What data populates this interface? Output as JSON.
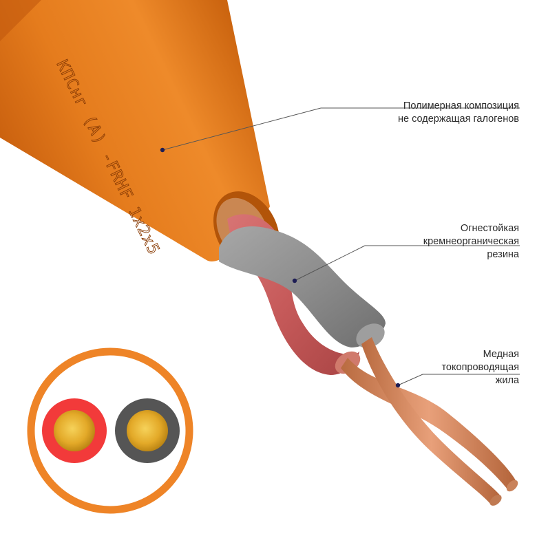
{
  "cable": {
    "marking": "КПСнг (А) -FRHF 1x2x5"
  },
  "labels": {
    "jacket": {
      "line1": "Полимерная композиция",
      "line2": "не содержащая галогенов"
    },
    "insulation": {
      "line1": "Огнестойкая",
      "line2": "кремнеорганическая",
      "line3": "резина"
    },
    "conductor": {
      "line1": "Медная",
      "line2": "токопроводящая",
      "line3": "жила"
    }
  },
  "colors": {
    "jacket": "#E0761A",
    "insulation_red": "#C96060",
    "insulation_grey": "#8C8C8C",
    "copper": "#D08A5C",
    "cross_section_red": "#F23A3A",
    "cross_section_grey": "#555555",
    "cross_section_copper": "#E3A928",
    "leader_line": "#555555"
  }
}
